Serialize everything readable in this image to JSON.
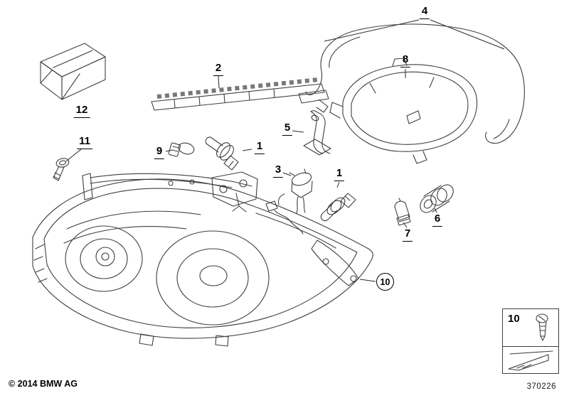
{
  "colors": {
    "background": "#ffffff",
    "line": "#3f3f3f",
    "text": "#000000"
  },
  "icons": {
    "screw": "screw-icon",
    "direction_arrow": "direction-arrow-icon"
  },
  "diagram": {
    "labels": [
      {
        "id": "12"
      },
      {
        "id": "11"
      },
      {
        "id": "9"
      },
      {
        "id": "2"
      },
      {
        "id": "1"
      },
      {
        "id": "5"
      },
      {
        "id": "3"
      },
      {
        "id": "1"
      },
      {
        "id": "4"
      },
      {
        "id": "8"
      },
      {
        "id": "7"
      },
      {
        "id": "6"
      }
    ],
    "circled_label": "10",
    "legend": {
      "label": "10"
    },
    "footer": {
      "copyright": "© 2014 BMW AG",
      "diagram_number": "370226"
    }
  }
}
